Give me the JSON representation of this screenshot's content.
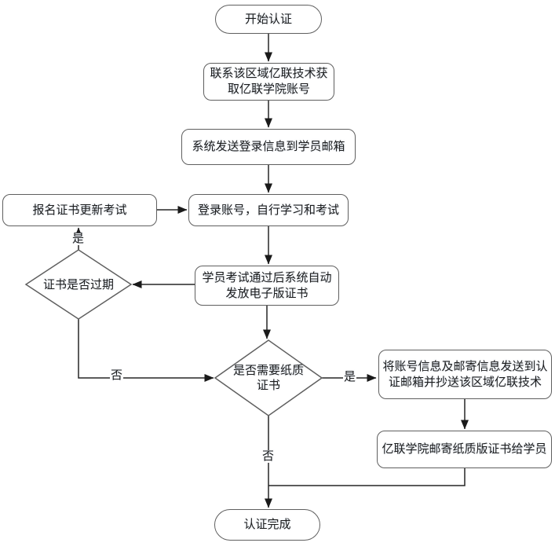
{
  "diagram": {
    "colors": {
      "line-color": "#262626",
      "border-color": "#5f5f5f",
      "text-color": "#1c1c1c",
      "background": "#ffffff"
    },
    "nodes": {
      "start": {
        "shape": "terminator",
        "lines": [
          "开始认证"
        ]
      },
      "contact": {
        "shape": "process",
        "lines": [
          "联系该区域亿联技术获",
          "取亿联学院账号"
        ]
      },
      "send_login": {
        "shape": "process",
        "lines": [
          "系统发送登录信息到学员邮箱"
        ]
      },
      "register_renewal": {
        "shape": "process",
        "lines": [
          "报名证书更新考试"
        ]
      },
      "login_study": {
        "shape": "process",
        "lines": [
          "登录账号，自行学习和考试"
        ]
      },
      "auto_issue": {
        "shape": "process",
        "lines": [
          "学员考试通过后系统自动",
          "发放电子版证书"
        ]
      },
      "cert_expired": {
        "shape": "decision",
        "lines": [
          "证书是否过期"
        ]
      },
      "need_paper": {
        "shape": "decision",
        "lines": [
          "是否需要纸质",
          "证书"
        ]
      },
      "send_info": {
        "shape": "process",
        "lines": [
          "将账号信息及邮寄信息发送到认",
          "证邮箱并抄送该区域亿联技术"
        ]
      },
      "mail_cert": {
        "shape": "process",
        "lines": [
          "亿联学院邮寄纸质版证书给学员"
        ]
      },
      "done": {
        "shape": "terminator",
        "lines": [
          "认证完成"
        ]
      }
    },
    "edge_labels": {
      "expired_yes": "是",
      "expired_no": "否",
      "paper_yes": "是",
      "paper_no": "否"
    }
  }
}
